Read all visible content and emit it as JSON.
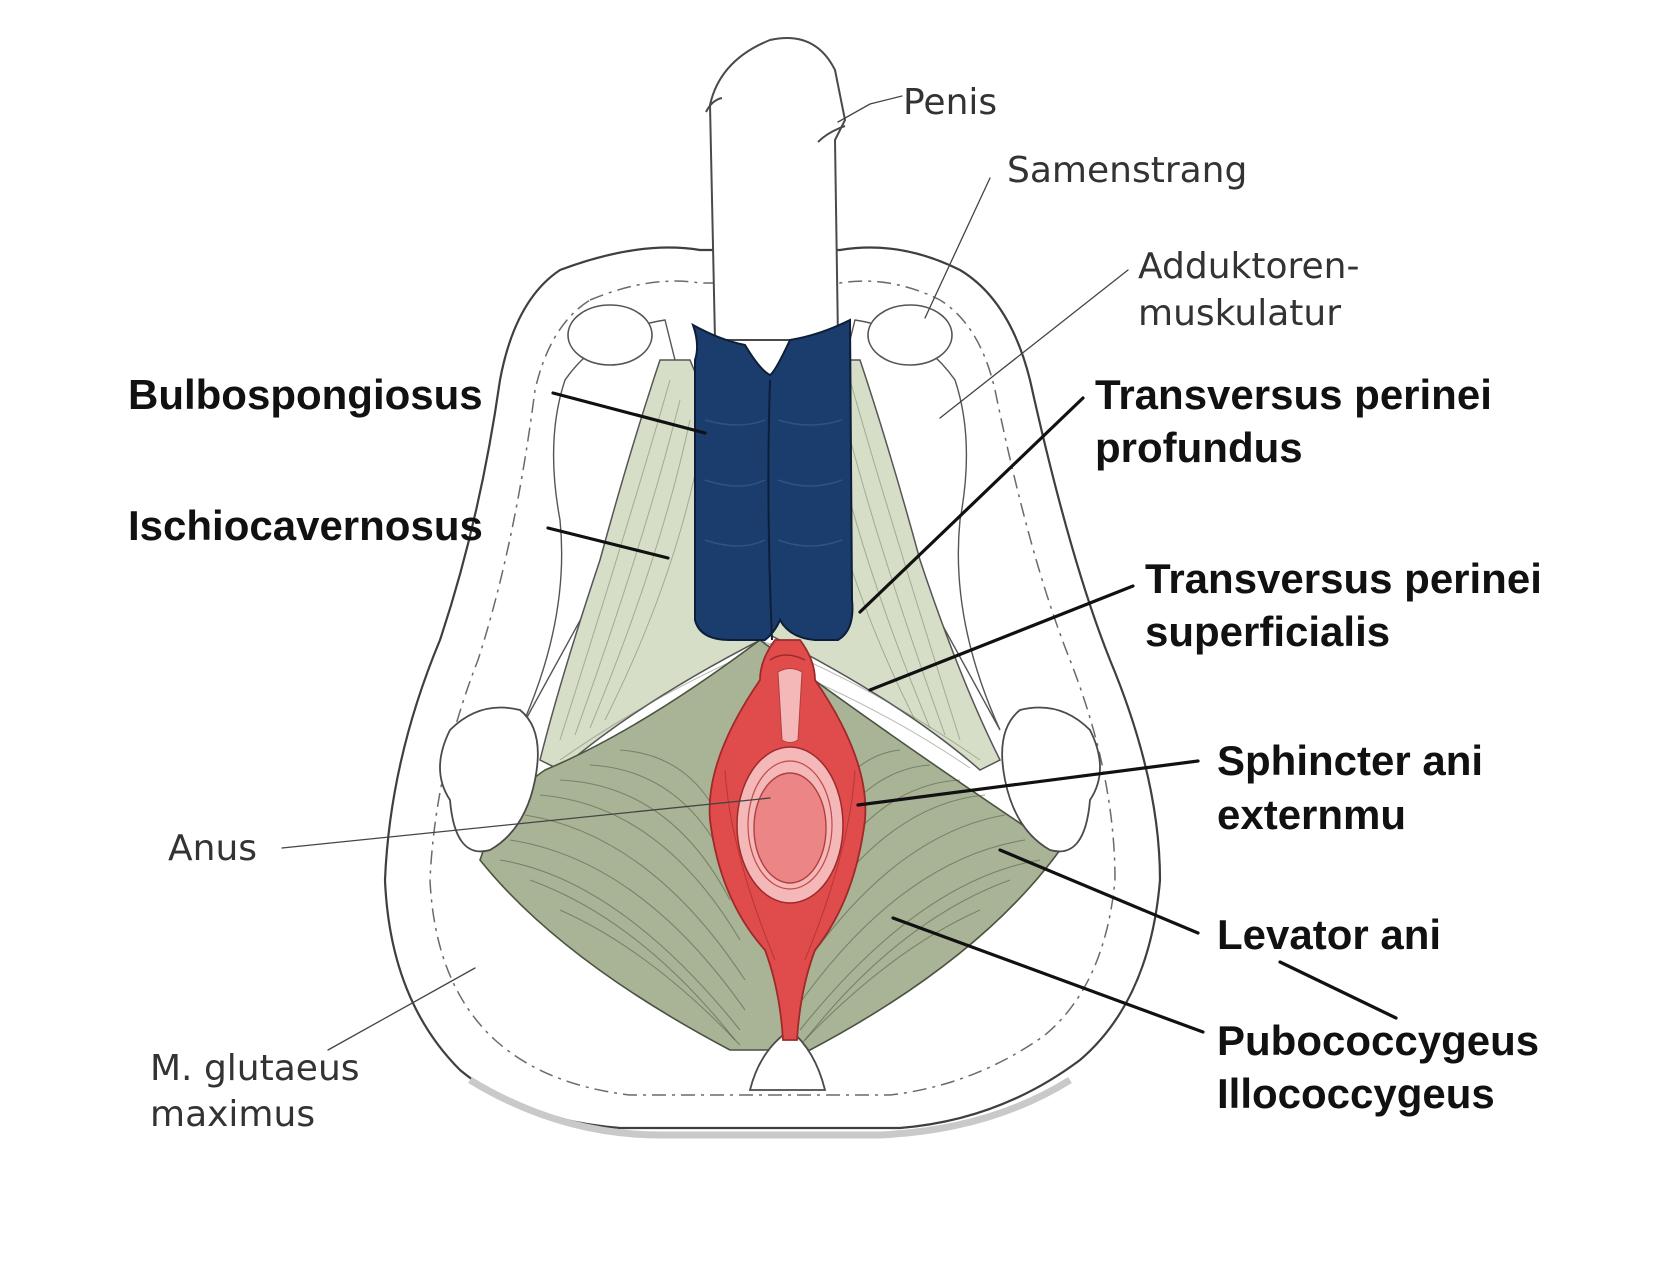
{
  "labels": {
    "penis": "Penis",
    "samenstrang": "Samenstrang",
    "adduktoren_line1": "Adduktoren-",
    "adduktoren_line2": "muskulatur",
    "bulbospongiosus": "Bulbospongiosus",
    "ischiocavernosus": "Ischiocavernosus",
    "transversus_profundus_line1": "Transversus perinei",
    "transversus_profundus_line2": "profundus",
    "transversus_superficialis_line1": "Transversus perinei",
    "transversus_superficialis_line2": "superficialis",
    "sphincter_line1": "Sphincter ani",
    "sphincter_line2": "externmu",
    "levator_ani": "Levator ani",
    "pubococcygeus": "Pubococcygeus",
    "illococcygeus": "Illococcygeus",
    "anus": "Anus",
    "glutaeus_line1": "M. glutaeus",
    "glutaeus_line2": "maximus"
  },
  "colors": {
    "bulbospongiosus": "#1b3d6e",
    "sphincter": "#e04b4b",
    "anus_inner": "#ec8585",
    "anus_ring": "#f4b8b8",
    "levator_ani": "#a9b496",
    "upper_muscles": "#d6dec8",
    "outline": "#4a4a4a"
  }
}
